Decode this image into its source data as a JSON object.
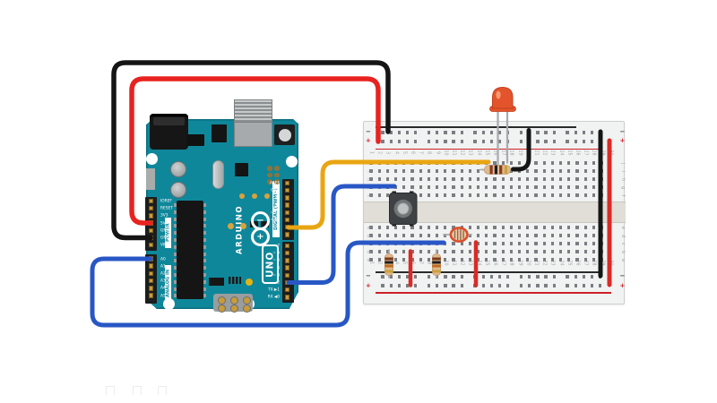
{
  "canvas": {
    "background": "#ffffff"
  },
  "arduino": {
    "title": "Arduino Uno",
    "board_color": "#0f879a",
    "brand": "ARDUINO",
    "model": "UNO",
    "logo_minus": "−",
    "logo_plus": "+",
    "digital_label": "DIGITAL (PWM~)",
    "power_label": "POWER",
    "analog_label": "ANALOG IN",
    "digital_pins_top": [
      "AREF",
      "GND",
      "13",
      "12",
      "~ 11",
      "~ 10",
      "~ 9",
      "8"
    ],
    "digital_pins_bottom": [
      "7",
      "~ 6",
      "~ 5",
      "4",
      "~ 3",
      "2",
      "TX ▶1",
      "RX ◀0"
    ],
    "power_pins": [
      "IOREF",
      "RESET",
      "3V3",
      "5V",
      "GND",
      "GND",
      "VIN"
    ],
    "analog_pins": [
      "A0",
      "A1",
      "A2",
      "A3",
      "A4",
      "A5"
    ]
  },
  "breadboard": {
    "row_letters_top": [
      "j",
      "i",
      "h",
      "g",
      "f"
    ],
    "row_letters_bottom": [
      "e",
      "d",
      "c",
      "b",
      "a"
    ],
    "column_labels": [
      "1",
      "2",
      "3",
      "4",
      "5",
      "6",
      "7",
      "8",
      "9",
      "10",
      "11",
      "12",
      "13",
      "14",
      "15",
      "16",
      "17",
      "18",
      "19",
      "20",
      "21",
      "22",
      "23",
      "24",
      "25",
      "26",
      "27",
      "28",
      "29",
      "30"
    ],
    "plus": "+",
    "minus": "−",
    "rail_red": "#cc2127",
    "rail_black": "#2a2a2a"
  },
  "components": {
    "led": {
      "label": "red LED",
      "color": "#e4542c",
      "stroke": "#bf3f1d",
      "highlight": "#ffb08a"
    },
    "resistor_led": {
      "label": "resistor",
      "body": "#dfb98e",
      "bands": [
        "#8a3b22",
        "#1e1e1e",
        "#8a3b22",
        "#c9a23f"
      ]
    },
    "resistor_button": {
      "label": "resistor",
      "body": "#dfb98e",
      "bands": [
        "#7a3b1d",
        "#1e1e1e",
        "#c06a1f",
        "#c9a23f"
      ]
    },
    "resistor_ldr": {
      "label": "resistor",
      "body": "#dfb98e",
      "bands": [
        "#7a3b1d",
        "#1e1e1e",
        "#c06a1f",
        "#c9a23f"
      ]
    },
    "pushbutton": {
      "label": "pushbutton",
      "body": "#3f4245",
      "ring": "#707476",
      "cap": "#bfc2c3"
    },
    "photoresistor": {
      "label": "photoresistor",
      "body": "#eecaa6",
      "ring": "#d94f2b",
      "stripe": "#8a6348"
    }
  },
  "wires": {
    "ground_main": {
      "color": "#151515"
    },
    "power_5v": {
      "color": "#e8231f"
    },
    "pin9_signal": {
      "color": "#e9a512"
    },
    "pin2_signal": {
      "color": "#2857c5"
    },
    "a0_signal": {
      "color": "#2857c5"
    },
    "led_cathode_gnd": {
      "color": "#151515"
    },
    "gnd_rail_link": {
      "color": "#151515"
    },
    "power_rail_link": {
      "color": "#d92b26"
    },
    "button_power": {
      "color": "#d92b26"
    },
    "ldr_power": {
      "color": "#d92b26"
    }
  }
}
